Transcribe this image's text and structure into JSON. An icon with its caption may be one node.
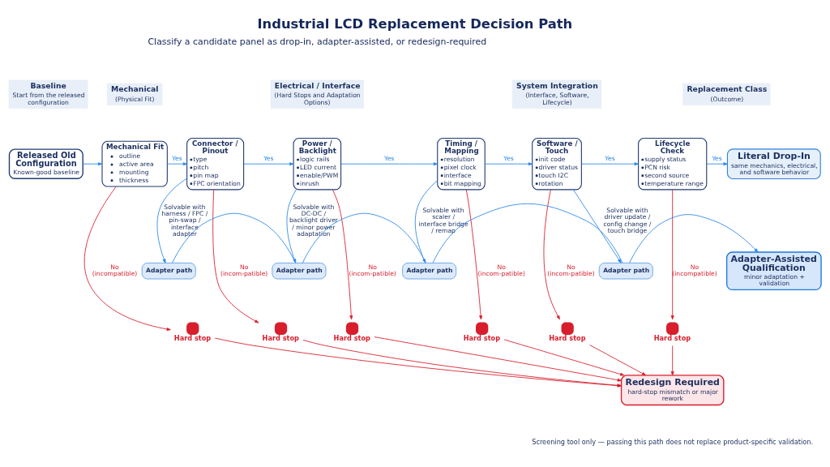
{
  "diagram": {
    "title": "Industrial LCD Replacement Decision Path",
    "caption": "Screening tool only — passing this path does not replace product-specific validation.",
    "nodes": [
      {
        "text": [
          "Baseline",
          "Start from the released configuration"
        ]
      },
      {
        "text": [
          "Mechanical",
          "(Physical Fit)"
        ]
      },
      {
        "text": [
          "Electrical / Interface",
          "(Hard Stops and Adaptation Options)"
        ]
      },
      {
        "text": [
          "System Integration",
          "(Interface, Software, Lifecycle)"
        ]
      },
      {
        "text": [
          "Replacement Class",
          "(Outcome)"
        ]
      },
      {
        "text": [
          "Released Old Configuration",
          "Known-good baseline"
        ]
      },
      {
        "text": [
          "Mechanical Fit",
          "outline",
          "active area",
          "mounting",
          "thickness"
        ]
      },
      {
        "text": [
          "Connector / Pinout",
          "type",
          "pitch",
          "pin map",
          "FPC orientation"
        ]
      },
      {
        "text": [
          "Power / Backlight",
          "logic rails",
          "LED current",
          "enable/PWM",
          "inrush"
        ]
      },
      {
        "text": [
          "Timing / Mapping",
          "resolution",
          "pixel clock",
          "interface",
          "bit mapping"
        ]
      },
      {
        "text": [
          "Software / Touch",
          "init code",
          "driver status",
          "touch I2C",
          "rotation"
        ]
      },
      {
        "text": [
          "Lifecycle Check",
          "supply status",
          "PCN risk",
          "second source",
          "temperature range"
        ]
      },
      {
        "text": [
          "Literal Drop-In",
          "same mechanics, electrical, and software behavior"
        ]
      },
      {
        "text": [
          "Adapter path"
        ]
      },
      {
        "text": [
          "Adapter path"
        ]
      },
      {
        "text": [
          "Adapter path"
        ]
      },
      {
        "text": [
          "Adapter path"
        ]
      },
      {
        "text": [
          "Adapter-Assisted Qualification",
          "minor adaptation + validation"
        ]
      },
      {
        "text": [
          "Hard stop"
        ]
      },
      {
        "text": [
          "Hard stop"
        ]
      },
      {
        "text": [
          "Hard stop"
        ]
      },
      {
        "text": [
          "Hard stop"
        ]
      },
      {
        "text": [
          "Hard stop"
        ]
      },
      {
        "text": [
          "Hard stop"
        ]
      },
      {
        "text": [
          "Redesign Required",
          "hard-stop mismatch or major rework"
        ]
      }
    ],
    "edges": [
      {
        "from": 5,
        "to": 6,
        "arrow": "to",
        "color": "#2a86e8"
      },
      {
        "from": 6,
        "to": 7,
        "arrow": "to",
        "label": "Yes",
        "color": "#2a86e8"
      },
      {
        "from": 7,
        "to": 8,
        "arrow": "to",
        "label": "Yes",
        "color": "#2a86e8"
      },
      {
        "from": 8,
        "to": 9,
        "arrow": "to",
        "label": "Yes",
        "color": "#2a86e8"
      },
      {
        "from": 9,
        "to": 10,
        "arrow": "to",
        "label": "Yes",
        "color": "#2a86e8"
      },
      {
        "from": 10,
        "to": 11,
        "arrow": "to",
        "label": "Yes",
        "color": "#2a86e8"
      },
      {
        "from": 11,
        "to": 12,
        "arrow": "to",
        "label": "Yes",
        "color": "#2a86e8"
      },
      {
        "from": 6,
        "to": 18,
        "arrow": "to",
        "label": "No (incompatible)",
        "color": "#d81e2c"
      },
      {
        "from": 7,
        "to": 19,
        "arrow": "to",
        "label": "No (incom-patible)",
        "color": "#d81e2c"
      },
      {
        "from": 7,
        "to": 13,
        "arrow": "to",
        "label": "Solvable with harness / FPC / pin-swap / interface adapter",
        "color": "#2a86e8"
      },
      {
        "from": 8,
        "to": 20,
        "arrow": "to",
        "label": "No (incom-patible)",
        "color": "#d81e2c"
      },
      {
        "from": 8,
        "to": 14,
        "arrow": "to",
        "label": "Solvable with DC-DC / backlight driver / minor power adaptation",
        "color": "#2a86e8"
      },
      {
        "from": 9,
        "to": 21,
        "arrow": "to",
        "label": "No (incom-patible)",
        "color": "#d81e2c"
      },
      {
        "from": 9,
        "to": 15,
        "arrow": "to",
        "label": "Solvable with scaler / interface bridge / remap",
        "color": "#2a86e8"
      },
      {
        "from": 10,
        "to": 22,
        "arrow": "to",
        "label": "No (incom-patible)",
        "color": "#d81e2c"
      },
      {
        "from": 10,
        "to": 16,
        "arrow": "to",
        "label": "Solvable with driver update / config change / touch bridge",
        "color": "#2a86e8"
      },
      {
        "from": 11,
        "to": 23,
        "arrow": "to",
        "label": "No (incompatible)",
        "color": "#d81e2c"
      },
      {
        "from": 13,
        "to": 14,
        "arrow": "none",
        "color": "#2a86e8"
      },
      {
        "from": 14,
        "to": 15,
        "arrow": "none",
        "color": "#2a86e8"
      },
      {
        "from": 15,
        "to": 16,
        "arrow": "none",
        "color": "#2a86e8"
      },
      {
        "from": 16,
        "to": 17,
        "arrow": "to",
        "color": "#2a86e8"
      },
      {
        "from": 18,
        "to": 24,
        "arrow": "to",
        "color": "#d81e2c"
      },
      {
        "from": 19,
        "to": 24,
        "arrow": "to",
        "color": "#d81e2c"
      },
      {
        "from": 20,
        "to": 24,
        "arrow": "to",
        "color": "#d81e2c"
      },
      {
        "from": 21,
        "to": 24,
        "arrow": "to",
        "color": "#d81e2c"
      },
      {
        "from": 22,
        "to": 24,
        "arrow": "to",
        "color": "#d81e2c"
      },
      {
        "from": 23,
        "to": 24,
        "arrow": "to",
        "color": "#d81e2c"
      }
    ],
    "labels": [
      "Classify a candidate panel as drop-in, adapter-assisted, or redesign-required"
    ]
  }
}
